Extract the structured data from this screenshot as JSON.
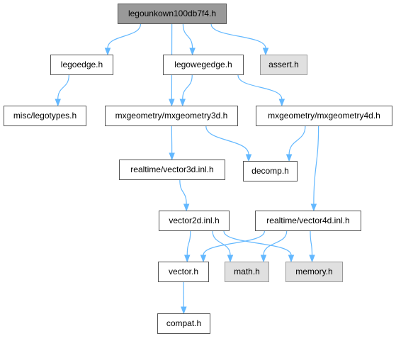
{
  "graph": {
    "nodes": {
      "root": "legounkown100db7f4.h",
      "legoedge": "legoedge.h",
      "legowegedge": "legowegedge.h",
      "assert": "assert.h",
      "legotypes": "misc/legotypes.h",
      "mx3d": "mxgeometry/mxgeometry3d.h",
      "mx4d": "mxgeometry/mxgeometry4d.h",
      "vec3d": "realtime/vector3d.inl.h",
      "decomp": "decomp.h",
      "vec2d": "vector2d.inl.h",
      "vec4d": "realtime/vector4d.inl.h",
      "vector": "vector.h",
      "math": "math.h",
      "memory": "memory.h",
      "compat": "compat.h"
    },
    "edges": [
      [
        "root",
        "legoedge"
      ],
      [
        "root",
        "legowegedge"
      ],
      [
        "root",
        "mx3d"
      ],
      [
        "root",
        "assert"
      ],
      [
        "legoedge",
        "legotypes"
      ],
      [
        "legowegedge",
        "mx3d"
      ],
      [
        "legowegedge",
        "mx4d"
      ],
      [
        "mx3d",
        "vec3d"
      ],
      [
        "mx3d",
        "decomp"
      ],
      [
        "mx4d",
        "decomp"
      ],
      [
        "mx4d",
        "vec4d"
      ],
      [
        "vec3d",
        "vec2d"
      ],
      [
        "vec2d",
        "vector"
      ],
      [
        "vec2d",
        "math"
      ],
      [
        "vec2d",
        "memory"
      ],
      [
        "vec4d",
        "vector"
      ],
      [
        "vec4d",
        "math"
      ],
      [
        "vec4d",
        "memory"
      ],
      [
        "vector",
        "compat"
      ]
    ],
    "colors": {
      "edge": "#63b8ff",
      "root_fill": "#999999",
      "external_fill": "#e0e0e0",
      "node_fill": "#ffffff"
    }
  }
}
